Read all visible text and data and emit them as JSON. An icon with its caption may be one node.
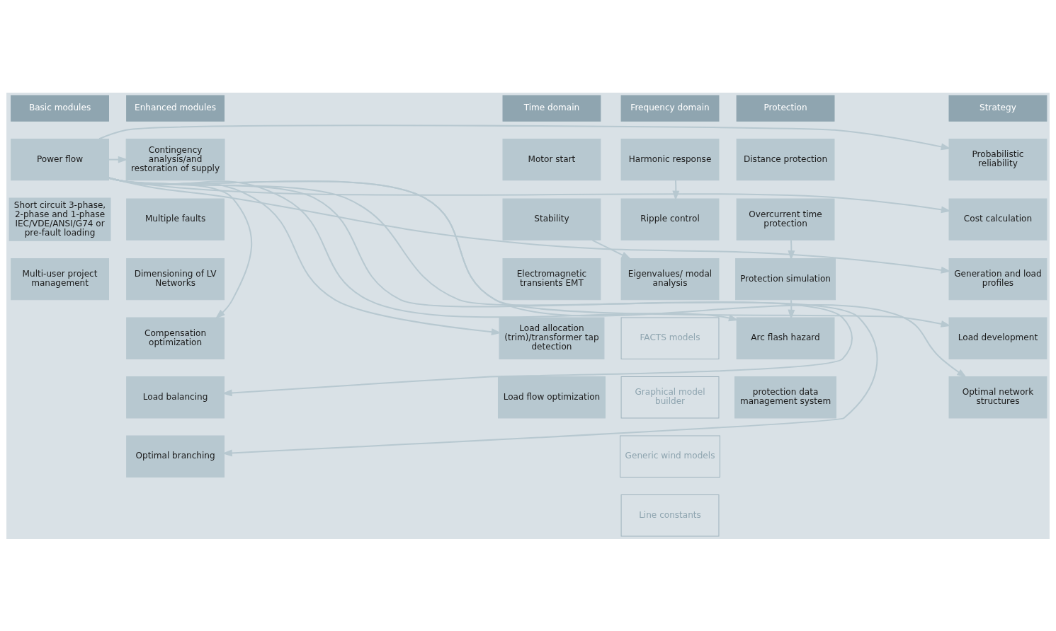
{
  "diagram": {
    "nodes": [
      {
        "text": [
          "Power flow"
        ]
      },
      {
        "text": [
          "Short circuit 3-phase, 2-phase and 1-phase IEC/VDE/ANSI/G74 or pre-fault loading"
        ]
      },
      {
        "text": [
          "Multi-user project management"
        ]
      },
      {
        "text": [
          "Contingency analysis/and restoration of supply"
        ]
      },
      {
        "text": [
          "Multiple faults"
        ]
      },
      {
        "text": [
          "Dimensioning of LV Networks"
        ]
      },
      {
        "text": [
          "Motor start"
        ]
      },
      {
        "text": [
          "Stability"
        ]
      },
      {
        "text": [
          "Electromagnetic transients EMT"
        ]
      },
      {
        "text": [
          "Harmonic response"
        ]
      },
      {
        "text": [
          "Ripple control"
        ]
      },
      {
        "text": [
          "Distance protection"
        ]
      },
      {
        "text": [
          "Overcurrent time protection"
        ]
      },
      {
        "text": [
          "Protection simulation"
        ]
      },
      {
        "text": [
          "Probabilistic reliability"
        ]
      },
      {
        "text": [
          "Cost calculation"
        ]
      },
      {
        "text": [
          "Generation and load profiles"
        ]
      },
      {
        "text": [
          "Compensation optimization"
        ]
      },
      {
        "text": [
          "Load allocation (trim)/transformer tap detection"
        ]
      },
      {
        "text": [
          "Eigenvalues/ modal analysis"
        ]
      },
      {
        "text": [
          "Arc flash hazard"
        ]
      },
      {
        "text": [
          "Load balancing"
        ]
      },
      {
        "text": [
          "Load flow optimization"
        ]
      },
      {
        "text": [
          "Optimal branching"
        ]
      },
      {
        "text": [
          "FACTS models"
        ]
      },
      {
        "text": [
          "Graphical model builder"
        ]
      },
      {
        "text": [
          "protection data management system"
        ]
      },
      {
        "text": [
          "Generic wind models"
        ]
      },
      {
        "text": [
          "Line constants"
        ]
      },
      {
        "text": [
          "Load development"
        ]
      },
      {
        "text": [
          "Optimal network structures"
        ]
      }
    ],
    "edges": [
      {
        "from": 0,
        "to": 3,
        "arrow": "to"
      },
      {
        "from": 0,
        "to": 17,
        "arrow": "to"
      },
      {
        "from": 0,
        "to": 21,
        "arrow": "to"
      },
      {
        "from": 0,
        "to": 23,
        "arrow": "to"
      },
      {
        "from": 0,
        "to": 18,
        "arrow": "to"
      },
      {
        "from": 0,
        "to": 20,
        "arrow": "to"
      },
      {
        "from": 0,
        "to": 14,
        "arrow": "to"
      },
      {
        "from": 0,
        "to": 15,
        "arrow": "to"
      },
      {
        "from": 0,
        "to": 16,
        "arrow": "to"
      },
      {
        "from": 0,
        "to": 29,
        "arrow": "to"
      },
      {
        "from": 0,
        "to": 30,
        "arrow": "to"
      },
      {
        "from": 7,
        "to": 19,
        "arrow": "to"
      },
      {
        "from": 9,
        "to": 10,
        "arrow": "to"
      },
      {
        "from": 12,
        "to": 13,
        "arrow": "to"
      },
      {
        "from": 13,
        "to": 20,
        "arrow": "to"
      }
    ],
    "labels": [
      "Basic modules",
      "Enhanced modules",
      "Time domain",
      "Frequency domain",
      "Protection",
      "Strategy"
    ]
  }
}
